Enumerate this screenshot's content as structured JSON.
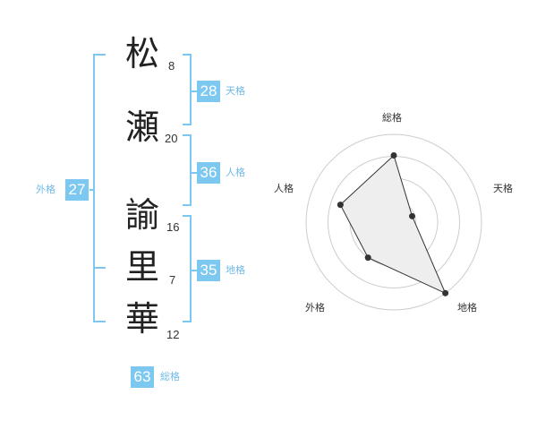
{
  "name": {
    "characters": [
      {
        "char": "松",
        "strokes": "8"
      },
      {
        "char": "瀬",
        "strokes": "20"
      },
      {
        "char": "諭",
        "strokes": "16"
      },
      {
        "char": "里",
        "strokes": "7"
      },
      {
        "char": "華",
        "strokes": "12"
      }
    ]
  },
  "fortunes": {
    "tenkaku": {
      "value": "28",
      "label": "天格"
    },
    "jinkaku": {
      "value": "36",
      "label": "人格"
    },
    "chikaku": {
      "value": "35",
      "label": "地格"
    },
    "gaikaku": {
      "value": "27",
      "label": "外格"
    },
    "soukaku": {
      "value": "63",
      "label": "総格"
    }
  },
  "colors": {
    "accent": "#7dc8f0",
    "polygon_fill": "#eeeeee",
    "ring": "#cccccc"
  },
  "chart_data": {
    "type": "radar",
    "axes": [
      "総格",
      "天格",
      "地格",
      "外格",
      "人格"
    ],
    "values": [
      0.76,
      0.22,
      1.0,
      0.5,
      0.64
    ],
    "max": 1.0,
    "rings": 4
  }
}
